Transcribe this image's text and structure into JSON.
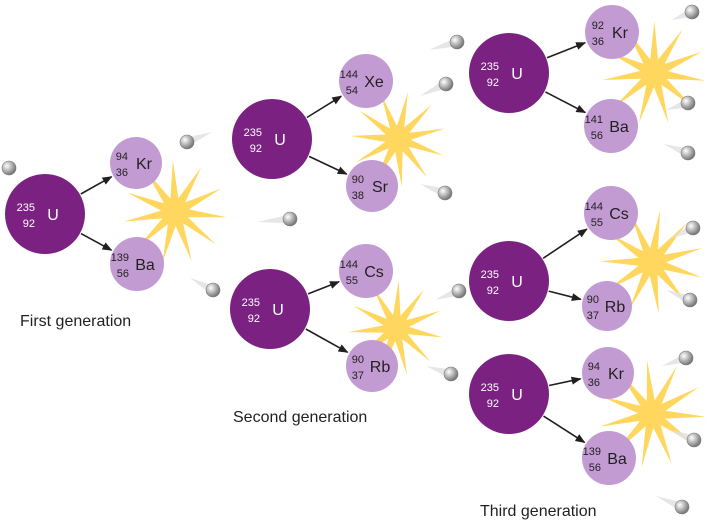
{
  "colors": {
    "uranium": "#7b2182",
    "fragment": "#c39bd3",
    "flash": "#ffd75e",
    "neutron": "#a6a6a6",
    "arrow": "#231f20"
  },
  "generations": {
    "first": "First generation",
    "second": "Second generation",
    "third": "Third generation"
  },
  "nuclei": {
    "u1": {
      "mass": "235",
      "atomic": "92",
      "symbol": "U"
    },
    "kr1": {
      "mass": "94",
      "atomic": "36",
      "symbol": "Kr"
    },
    "ba1": {
      "mass": "139",
      "atomic": "56",
      "symbol": "Ba"
    },
    "u2": {
      "mass": "235",
      "atomic": "92",
      "symbol": "U"
    },
    "xe2": {
      "mass": "144",
      "atomic": "54",
      "symbol": "Xe"
    },
    "sr2": {
      "mass": "90",
      "atomic": "38",
      "symbol": "Sr"
    },
    "u3": {
      "mass": "235",
      "atomic": "92",
      "symbol": "U"
    },
    "cs3": {
      "mass": "144",
      "atomic": "55",
      "symbol": "Cs"
    },
    "rb3": {
      "mass": "90",
      "atomic": "37",
      "symbol": "Rb"
    },
    "u4": {
      "mass": "235",
      "atomic": "92",
      "symbol": "U"
    },
    "kr4": {
      "mass": "92",
      "atomic": "36",
      "symbol": "Kr"
    },
    "ba4": {
      "mass": "141",
      "atomic": "56",
      "symbol": "Ba"
    },
    "u5": {
      "mass": "235",
      "atomic": "92",
      "symbol": "U"
    },
    "cs5": {
      "mass": "144",
      "atomic": "55",
      "symbol": "Cs"
    },
    "rb5": {
      "mass": "90",
      "atomic": "37",
      "symbol": "Rb"
    },
    "u6": {
      "mass": "235",
      "atomic": "92",
      "symbol": "U"
    },
    "kr6": {
      "mass": "94",
      "atomic": "36",
      "symbol": "Kr"
    },
    "ba6": {
      "mass": "139",
      "atomic": "56",
      "symbol": "Ba"
    }
  }
}
